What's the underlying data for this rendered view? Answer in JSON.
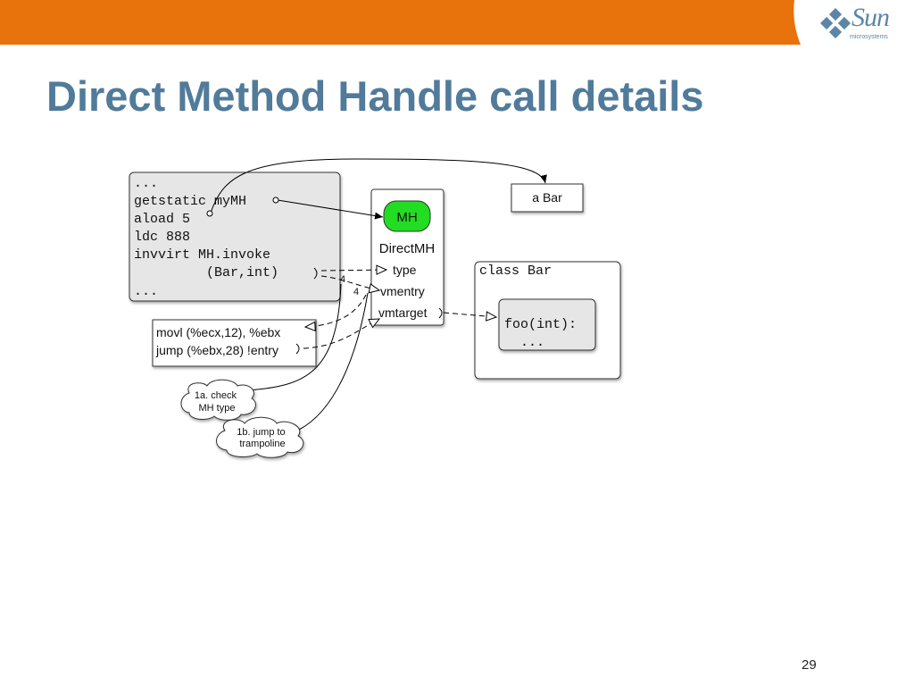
{
  "slide": {
    "title": "Direct Method Handle call details",
    "page_number": "29",
    "brand": {
      "name": "Sun",
      "tagline": "microsystems",
      "color": "#5b86a8"
    },
    "accent_color": "#e8720c"
  },
  "diagram": {
    "bytecode_lines": [
      "...",
      "getstatic myMH",
      "aload 5",
      "ldc 888",
      "invvirt MH.invoke",
      "         (Bar,int)",
      "..."
    ],
    "mh_object": {
      "badge": "MH",
      "badge_color": "#22dd22",
      "type_name": "DirectMH",
      "fields": [
        "type",
        "vmentry",
        "vmtarget"
      ]
    },
    "bar_instance": "a Bar",
    "class_bar": {
      "header": "class Bar",
      "method_lines": [
        "foo(int):",
        "  ..."
      ]
    },
    "machine_code": [
      "movl (%ecx,12), %ebx",
      "jump (%ebx,28) !entry"
    ],
    "edge_labels": [
      "4",
      "4"
    ],
    "callouts": [
      {
        "lines": [
          "1a. check",
          "MH type"
        ]
      },
      {
        "lines": [
          "1b. jump to",
          "trampoline"
        ]
      }
    ]
  }
}
